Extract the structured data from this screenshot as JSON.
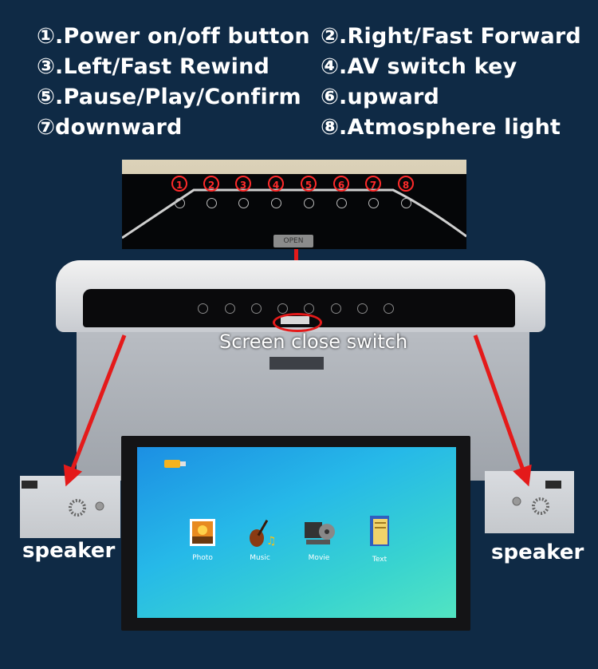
{
  "legend": {
    "items": [
      "①.Power on/off button",
      "②.Right/Fast Forward",
      "③.Left/Fast Rewind",
      "④.AV switch key",
      "⑤.Pause/Play/Confirm",
      "⑥.upward",
      "⑦downward",
      "⑧.Atmosphere light"
    ]
  },
  "strip": {
    "numbers": [
      "1",
      "2",
      "3",
      "4",
      "5",
      "6",
      "7",
      "8"
    ],
    "open_label": "OPEN"
  },
  "switch_caption": "Screen close switch",
  "speakers": {
    "left_label": "speaker",
    "right_label": "speaker"
  },
  "screen": {
    "menu": [
      {
        "label": "Photo",
        "icon": "photo-icon"
      },
      {
        "label": "Music",
        "icon": "music-icon"
      },
      {
        "label": "Movie",
        "icon": "movie-icon"
      },
      {
        "label": "Text",
        "icon": "text-icon"
      }
    ]
  },
  "colors": {
    "background": "#0f2a45",
    "accent": "#e41a1a"
  }
}
